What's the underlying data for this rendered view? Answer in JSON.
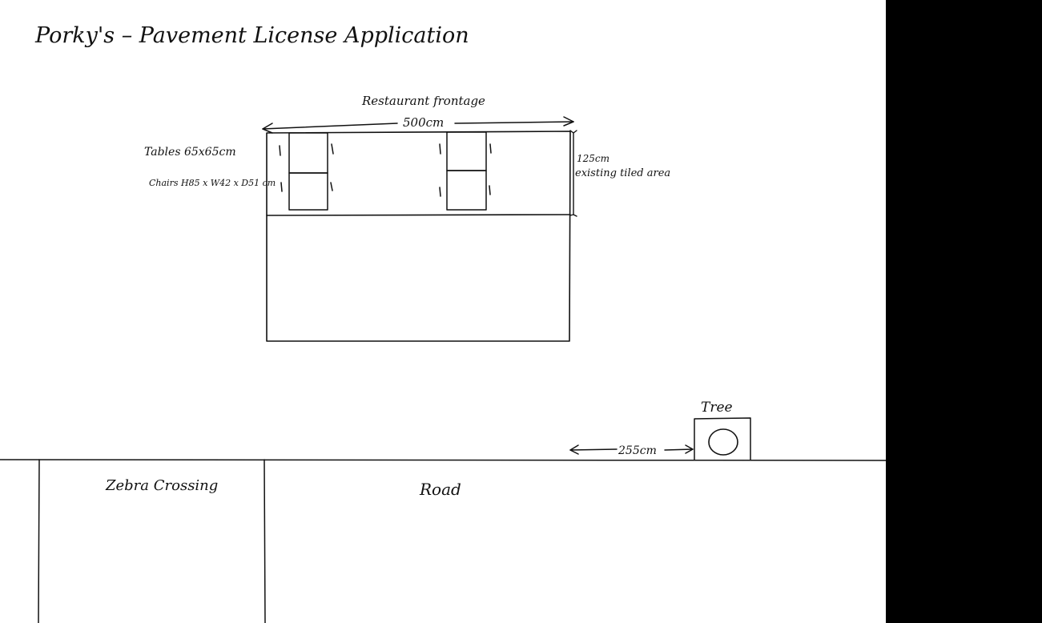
{
  "title": "Porky's – Pavement License Application",
  "frontage": {
    "label": "Restaurant frontage",
    "width": "500cm"
  },
  "tiled_area": {
    "depth": "125cm",
    "label": "existing tiled area"
  },
  "tables": {
    "label": "Tables 65x65cm",
    "count": 4
  },
  "chairs": {
    "label": "Chairs H85 x W42 x D51 cm"
  },
  "tree": {
    "label": "Tree",
    "distance": "255cm"
  },
  "zebra_crossing": {
    "label": "Zebra Crossing"
  },
  "road": {
    "label": "Road"
  },
  "colors": {
    "ink": "#111111",
    "paper": "#ffffff",
    "band": "#000000"
  }
}
